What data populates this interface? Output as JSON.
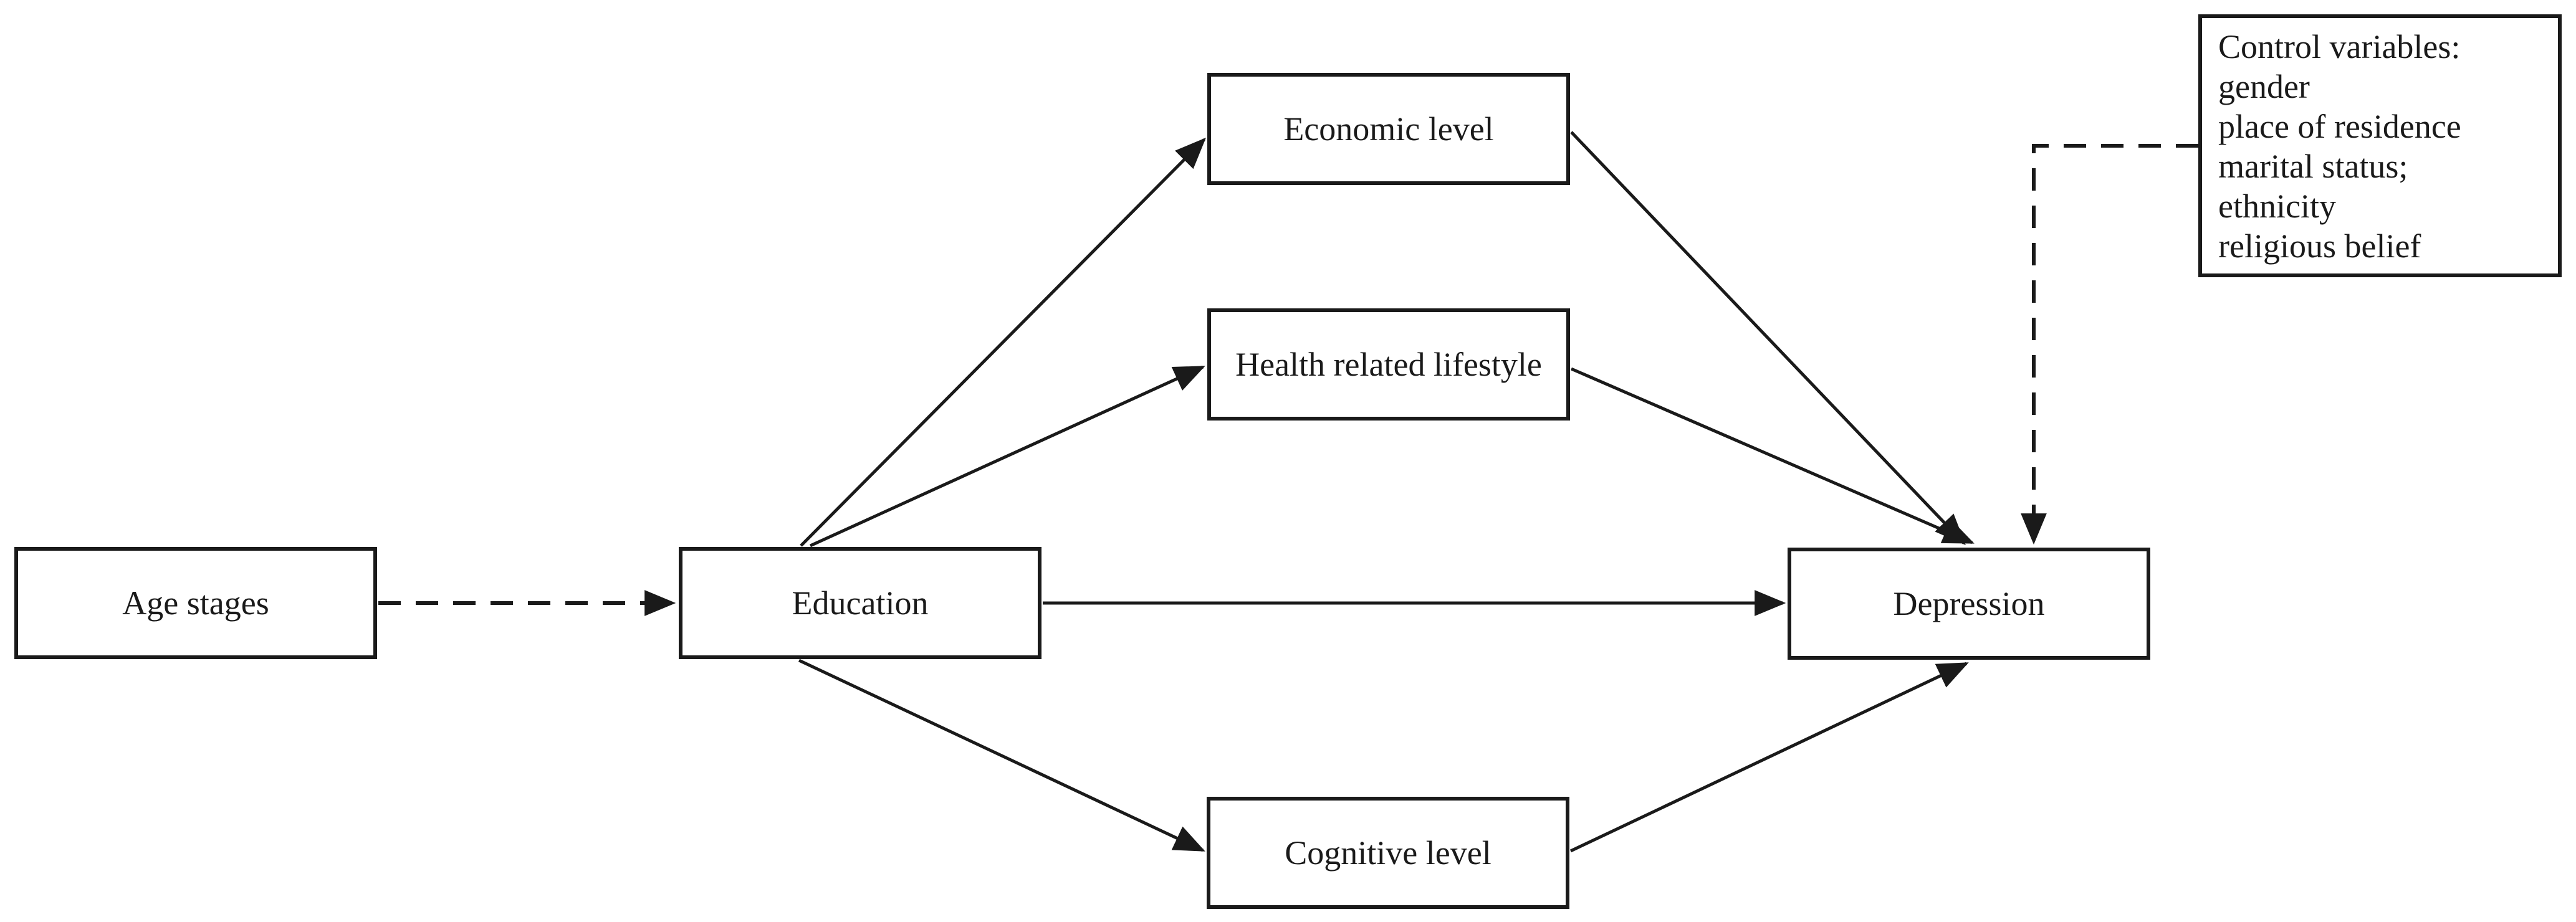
{
  "diagram": {
    "nodes": {
      "age_stages": {
        "label": "Age stages"
      },
      "education": {
        "label": "Education"
      },
      "economic_level": {
        "label": "Economic level"
      },
      "health_related_lifestyle": {
        "label": "Health related lifestyle"
      },
      "cognitive_level": {
        "label": "Cognitive level"
      },
      "depression": {
        "label": "Depression"
      },
      "control_variables": {
        "lines": [
          "Control variables:",
          "gender",
          "place of residence",
          "marital status;",
          "ethnicity",
          "religious belief"
        ]
      }
    },
    "edges": [
      {
        "from": "age_stages",
        "to": "education",
        "style": "dashed"
      },
      {
        "from": "education",
        "to": "economic_level",
        "style": "solid"
      },
      {
        "from": "education",
        "to": "health_related_lifestyle",
        "style": "solid"
      },
      {
        "from": "education",
        "to": "depression",
        "style": "solid"
      },
      {
        "from": "education",
        "to": "cognitive_level",
        "style": "solid"
      },
      {
        "from": "economic_level",
        "to": "depression",
        "style": "solid"
      },
      {
        "from": "health_related_lifestyle",
        "to": "depression",
        "style": "solid"
      },
      {
        "from": "cognitive_level",
        "to": "depression",
        "style": "solid"
      },
      {
        "from": "control_variables",
        "to": "depression",
        "style": "dashed"
      }
    ],
    "colors": {
      "background": "#ffffff",
      "line": "#1a1a1a",
      "box_border": "#1a1a1a",
      "text": "#1a1a1a"
    }
  }
}
